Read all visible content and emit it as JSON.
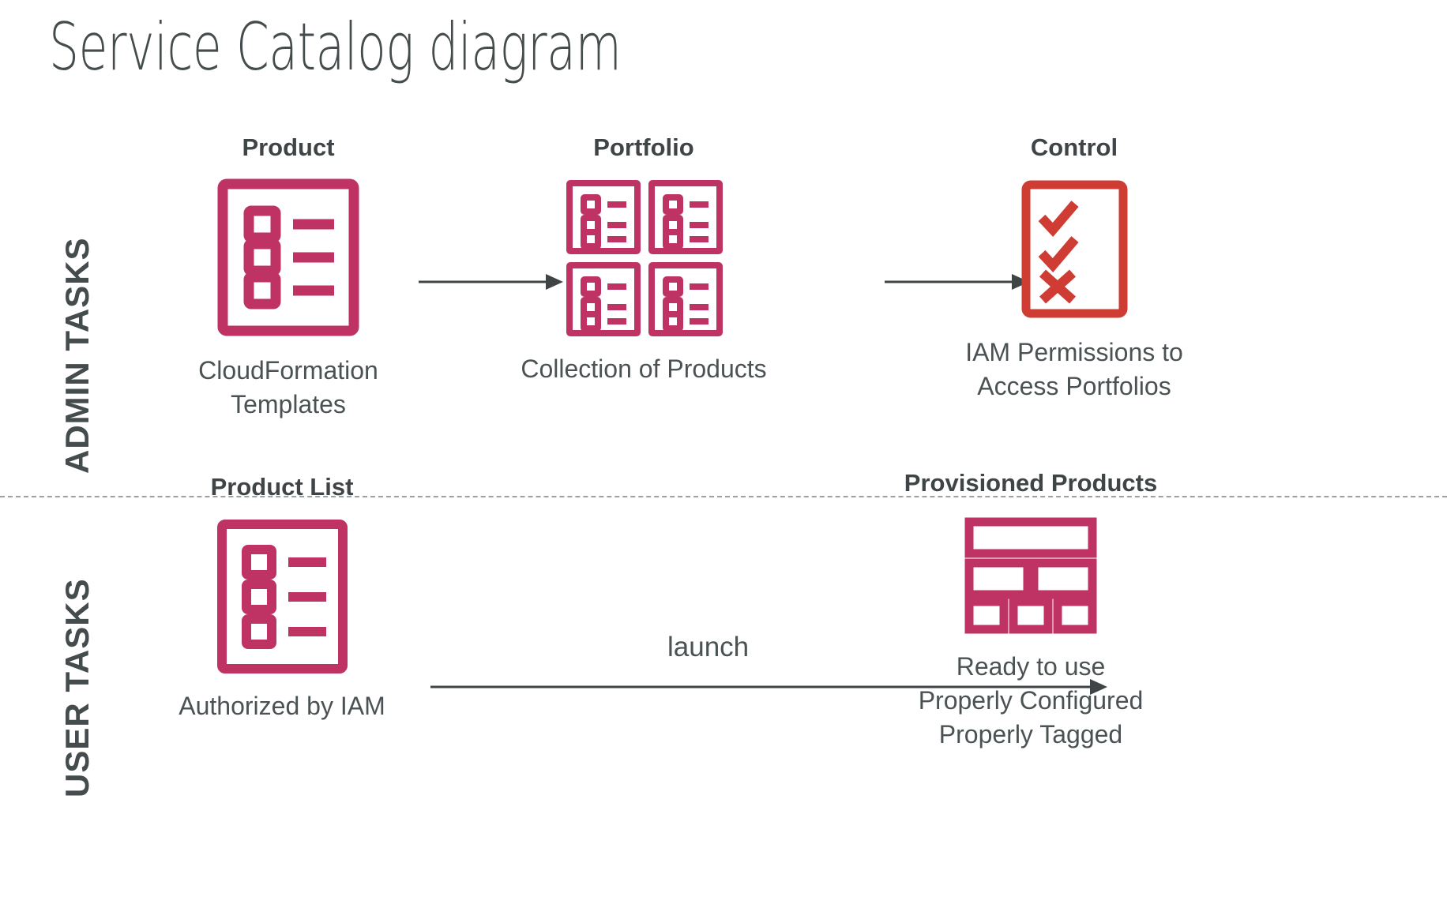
{
  "title": "Service Catalog diagram",
  "colors": {
    "crimson": "#BF3264",
    "control_red": "#CF3C33",
    "text_dark": "#41484A",
    "arrow": "#3F4547",
    "divider": "#9BA1A2"
  },
  "bands": [
    {
      "id": "admin",
      "label": "ADMIN TASKS"
    },
    {
      "id": "user",
      "label": "USER TASKS"
    }
  ],
  "nodes": {
    "product": {
      "title": "Product",
      "caption": "CloudFormation\nTemplates",
      "icon": "checklist-document-icon"
    },
    "portfolio": {
      "title": "Portfolio",
      "caption": "Collection of Products",
      "icon": "checklist-document-grid-icon"
    },
    "control": {
      "title": "Control",
      "caption": "IAM Permissions to\nAccess Portfolios",
      "icon": "check-check-cross-document-icon"
    },
    "product_list": {
      "title": "Product List",
      "caption": "Authorized by IAM",
      "icon": "checklist-document-icon"
    },
    "provisioned": {
      "title": "Provisioned Products",
      "caption": "Ready to use\nProperly Configured\nProperly Tagged",
      "icon": "layout-blocks-icon"
    }
  },
  "arrows": {
    "product_to_portfolio": {
      "label": ""
    },
    "portfolio_to_control": {
      "label": ""
    },
    "product_list_to_provisioned": {
      "label": "launch"
    }
  }
}
